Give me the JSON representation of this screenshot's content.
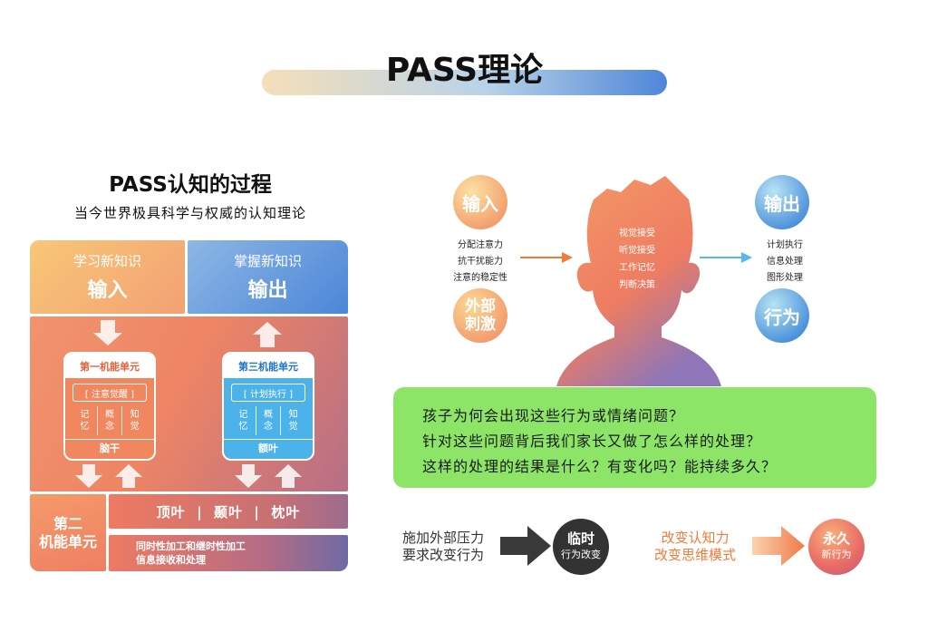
{
  "title": "PASS理论",
  "left": {
    "title": "PASS认知的过程",
    "subtitle": "当今世界极具科学与权威的认知理论",
    "input_small": "学习新知识",
    "input_big": "输入",
    "output_small": "掌握新知识",
    "output_big": "输出",
    "unit1": {
      "head": "第一机能单元",
      "tag": "[ 注意觉醒 ]",
      "cols": [
        "记\n忆",
        "概\n念",
        "知\n觉"
      ],
      "foot": "脑干"
    },
    "unit3": {
      "head": "第三机能单元",
      "tag": "[ 计划执行 ]",
      "cols": [
        "记\n忆",
        "概\n念",
        "知\n觉"
      ],
      "foot": "额叶"
    },
    "second_unit": "第二\n机能单元",
    "lobes": "顶叶  |  颞叶  |  枕叶",
    "lobes_line1": "同时性加工和继时性加工",
    "lobes_line2": "信息接收和处理"
  },
  "right": {
    "input": "输入",
    "input_items": [
      "分配注意力",
      "抗干扰能力",
      "注意的稳定性"
    ],
    "stimulus": "外部\n刺激",
    "head_items": [
      "视觉接受",
      "听觉接受",
      "工作记忆",
      "判断决策"
    ],
    "output": "输出",
    "output_items": [
      "计划执行",
      "信息处理",
      "图形处理"
    ],
    "behavior": "行为",
    "questions": [
      "孩子为何会出现这些行为或情绪问题？",
      "针对这些问题背后我们家长又做了怎么样的处理？",
      "这样的处理的结果是什么？有变化吗？能持续多久？"
    ],
    "pressure": "施加外部压力\n要求改变行为",
    "temp_big": "临时",
    "temp_small": "行为改变",
    "cognition": "改变认知力\n改变思维模式",
    "perm_big": "永久",
    "perm_small": "新行为"
  },
  "colors": {
    "orange": "#f29468",
    "blue": "#3e86d6",
    "green": "#8ce566",
    "dark": "#333333"
  }
}
